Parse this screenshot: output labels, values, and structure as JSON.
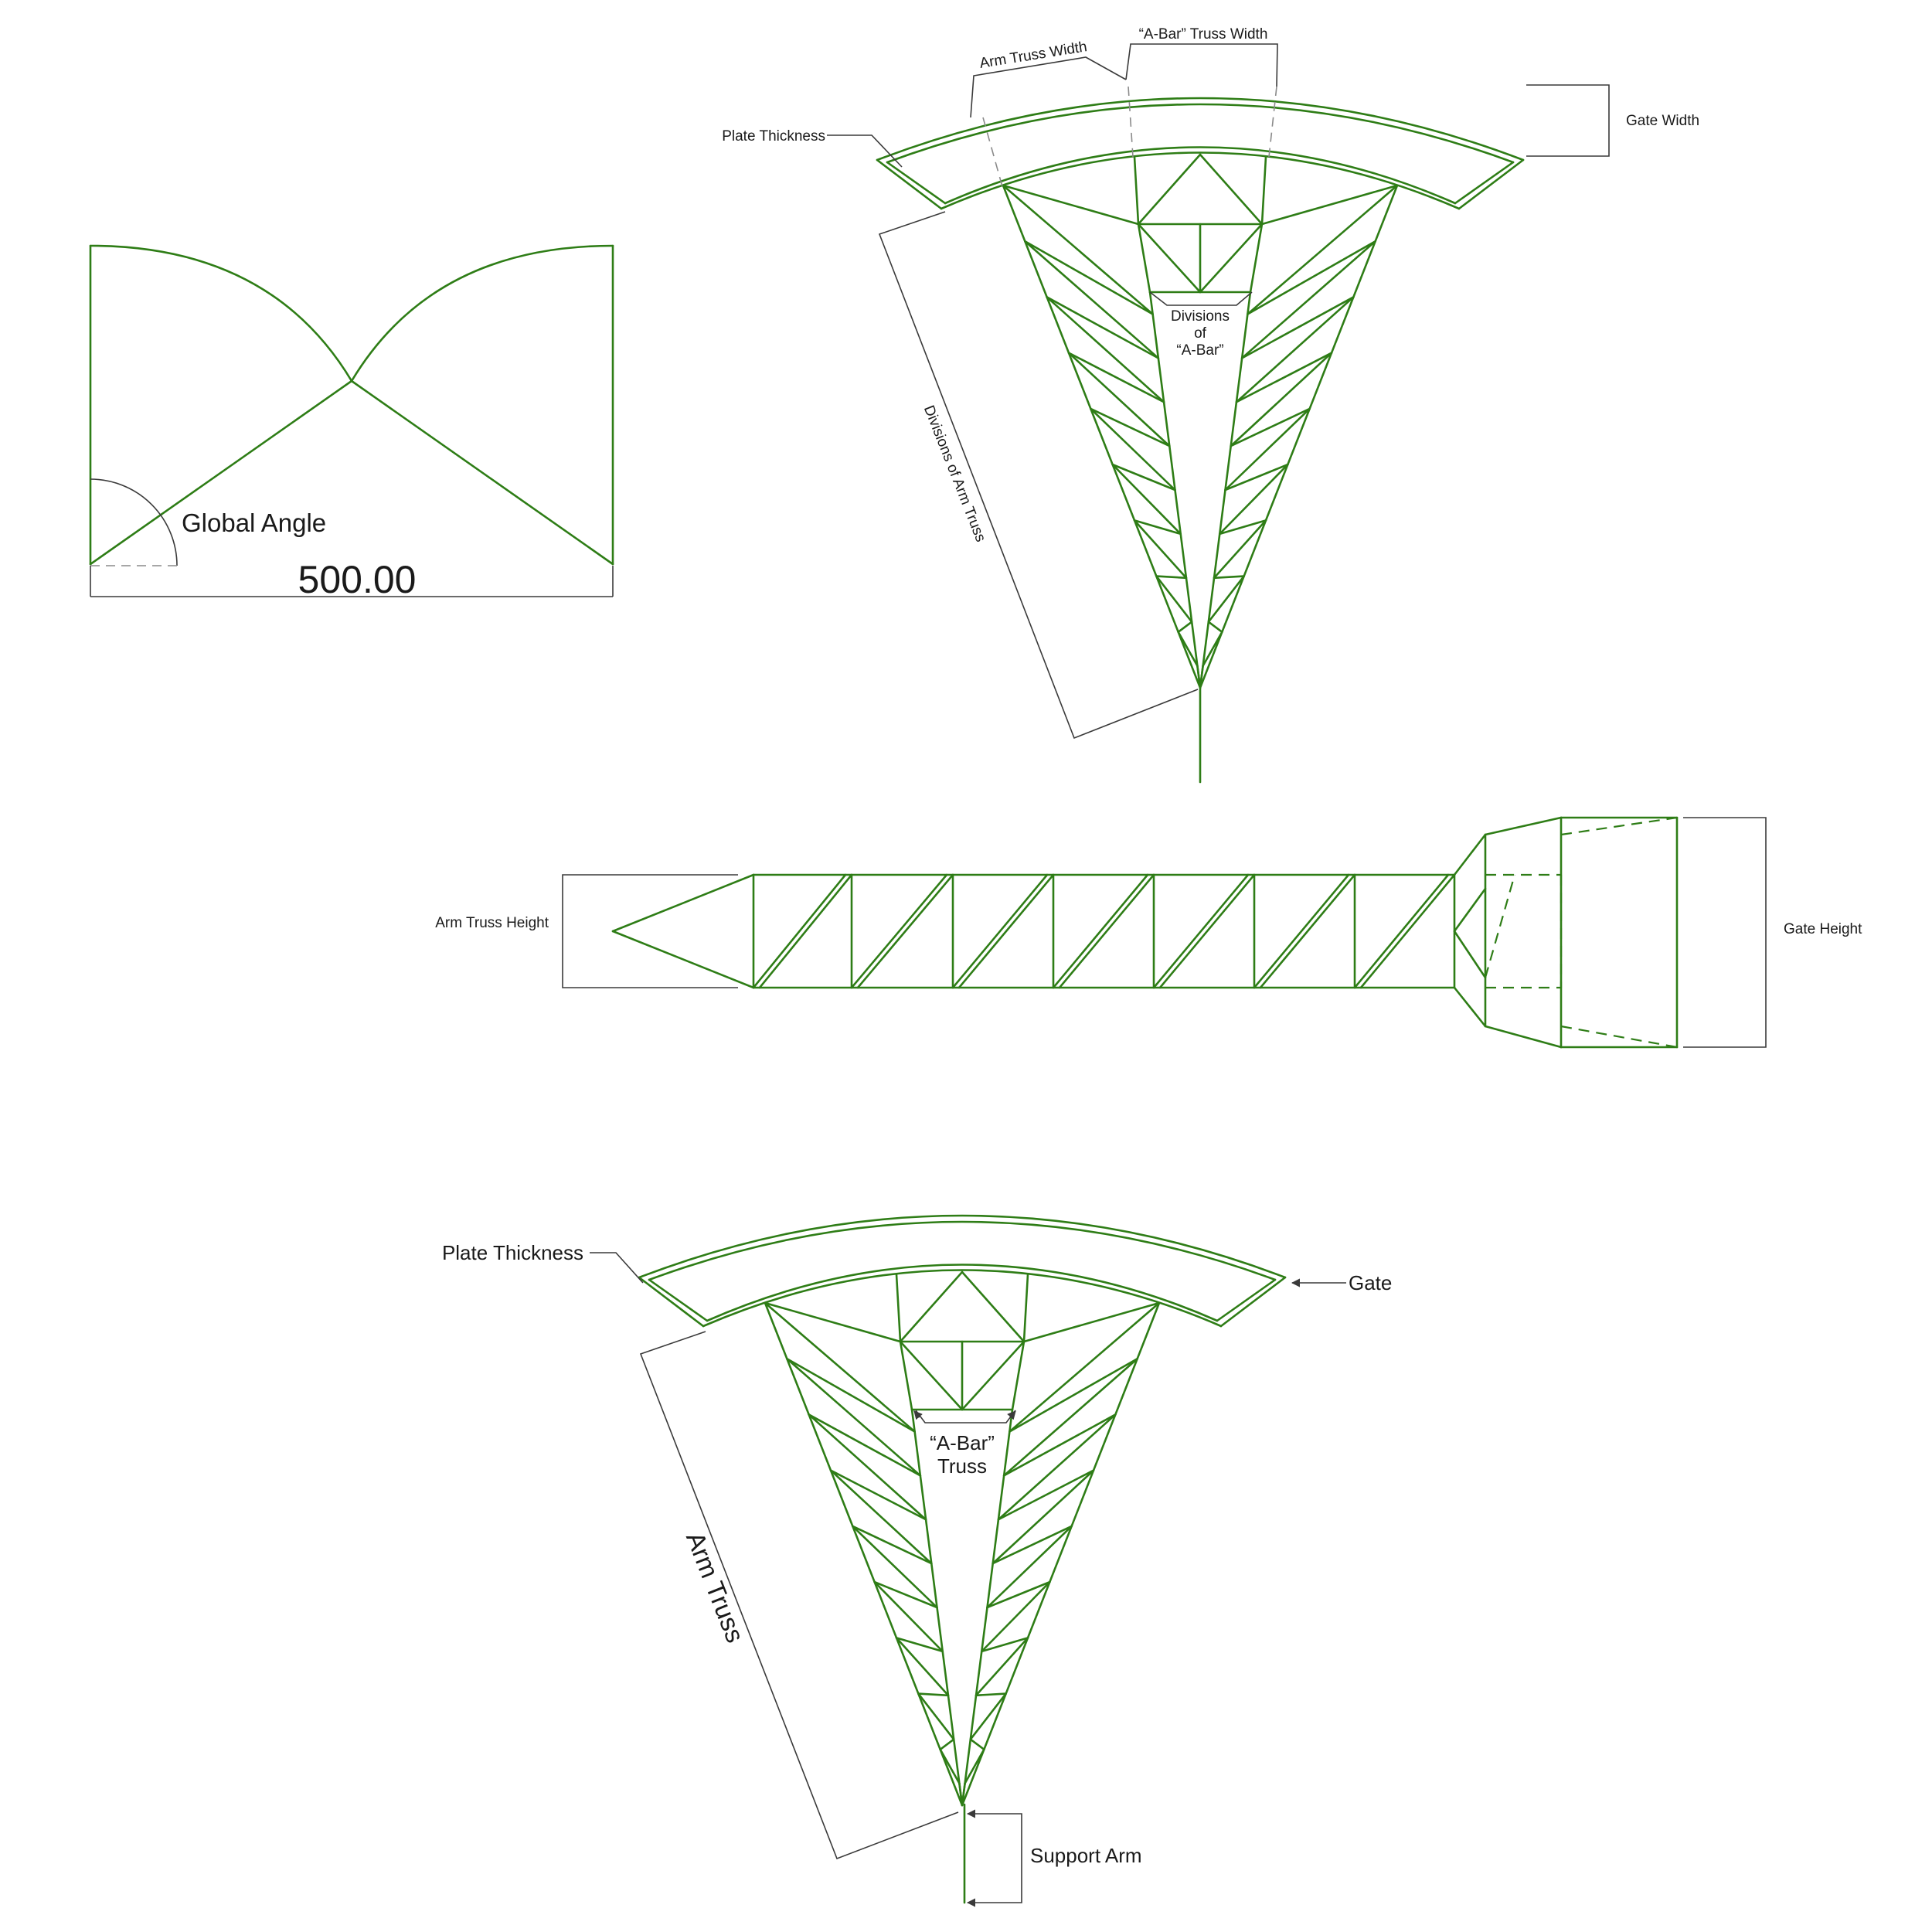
{
  "colors": {
    "structure": "#2e7d16",
    "dimension": "#3a3a3a",
    "text": "#1a1a1a"
  },
  "global_angle_view": {
    "angle_label": "Global Angle",
    "width_value": "500.00"
  },
  "top_plan_view": {
    "arm_truss_width_label": "Arm Truss Width",
    "abar_truss_width_label": "“A-Bar” Truss Width",
    "plate_thickness_label": "Plate Thickness",
    "gate_width_label": "Gate Width",
    "divisions_abar_label": [
      "Divisions",
      "of",
      "“A-Bar”"
    ],
    "divisions_arm_truss_label": "Divisions of Arm Truss"
  },
  "side_elevation_view": {
    "arm_truss_height_label": "Arm Truss Height",
    "gate_height_label": "Gate Height"
  },
  "bottom_plan_view": {
    "plate_thickness_label": "Plate Thickness",
    "gate_label": "Gate",
    "abar_truss_label": [
      "“A-Bar”",
      "Truss"
    ],
    "arm_truss_label": "Arm Truss",
    "support_arm_label": "Support Arm"
  }
}
